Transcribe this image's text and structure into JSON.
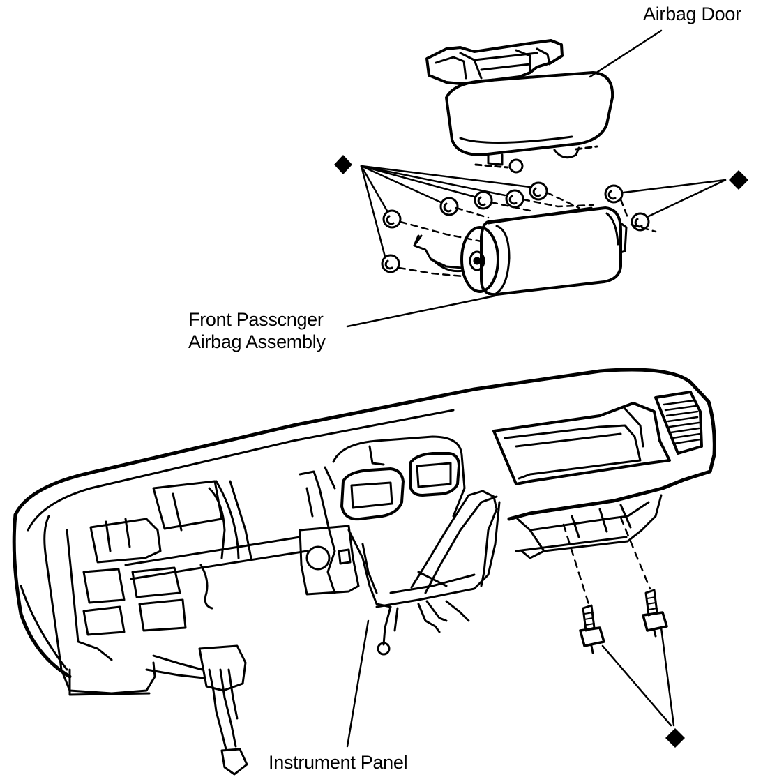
{
  "labels": {
    "airbag_door": "Airbag Door",
    "front_passenger_line1": "Front Passcnger",
    "front_passenger_line2": "Airbag Assembly",
    "instrument_panel": "Instrument Panel"
  },
  "colors": {
    "ink": "#000000",
    "paper": "#ffffff"
  },
  "symbols": {
    "marker": "diamond-marker"
  }
}
